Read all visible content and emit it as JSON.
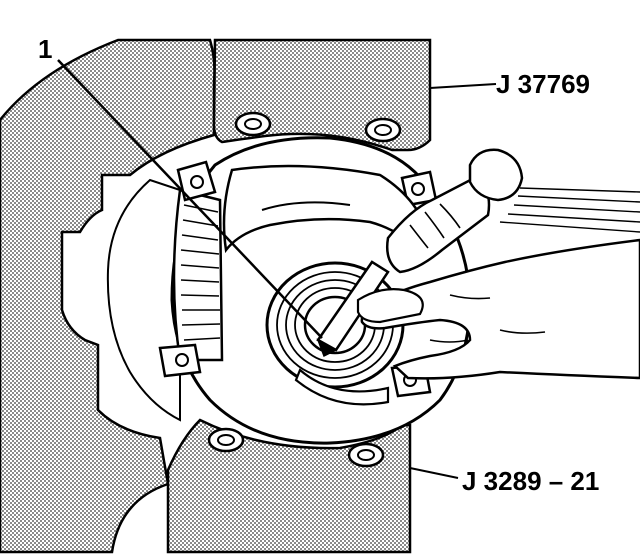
{
  "labels": {
    "callout_1": "1",
    "tool_top": "J 37769",
    "tool_bottom": "J 3289 – 21"
  },
  "colors": {
    "ink": "#000000",
    "paper": "#ffffff",
    "stipple": "#b8b8b8"
  }
}
